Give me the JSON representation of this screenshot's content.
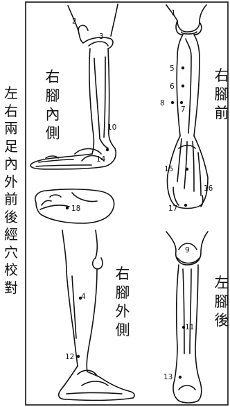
{
  "side_title": "左右兩足內外前後經穴校對",
  "panels": {
    "inner": {
      "title": "右腳內側",
      "labels": [
        "2",
        "3",
        "10",
        "14",
        "18"
      ]
    },
    "front": {
      "title": "右腳前",
      "labels": [
        "1",
        "5",
        "6",
        "8",
        "7",
        "15",
        "16",
        "17"
      ]
    },
    "outer": {
      "title": "右腳外側",
      "labels": [
        "4",
        "12"
      ]
    },
    "back": {
      "title": "左腳後",
      "labels": [
        "9",
        "11",
        "13"
      ]
    }
  }
}
